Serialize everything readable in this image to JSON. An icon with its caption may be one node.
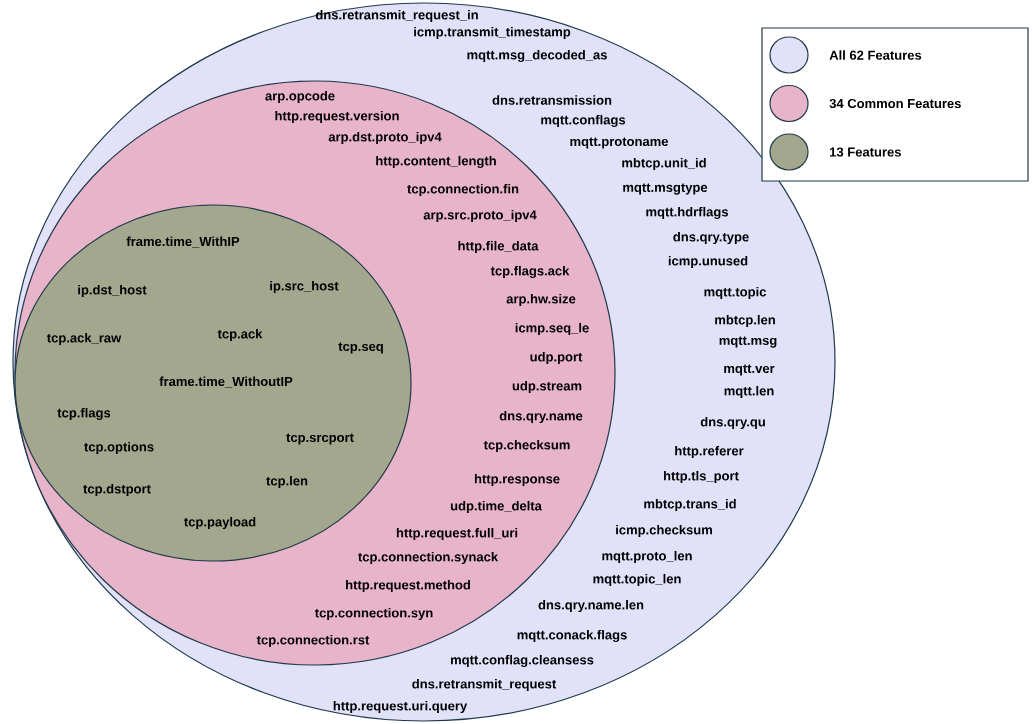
{
  "diagram": {
    "nodes": [
      {
        "text": [
          "dns.retransmit_request_in",
          "icmp.transmit_timestamp",
          "mqtt.msg_decoded_as",
          "dns.retransmission",
          "mqtt.conflags",
          "mqtt.protoname",
          "mbtcp.unit_id",
          "mqtt.msgtype",
          "mqtt.hdrflags",
          "dns.qry.type",
          "icmp.unused",
          "mqtt.topic",
          "mbtcp.len",
          "mqtt.msg",
          "mqtt.ver",
          "mqtt.len",
          "dns.qry.qu",
          "http.referer",
          "http.tls_port",
          "mbtcp.trans_id",
          "icmp.checksum",
          "mqtt.proto_len",
          "mqtt.topic_len",
          "dns.qry.name.len",
          "mqtt.conack.flags",
          "mqtt.conflag.cleansess",
          "dns.retransmit_request",
          "http.request.uri.query"
        ]
      },
      {
        "text": [
          "arp.opcode",
          "http.request.version",
          "arp.dst.proto_ipv4",
          "http.content_length",
          "tcp.connection.fin",
          "arp.src.proto_ipv4",
          "http.file_data",
          "tcp.flags.ack",
          "arp.hw.size",
          "icmp.seq_le",
          "udp.port",
          "udp.stream",
          "dns.qry.name",
          "tcp.checksum",
          "http.response",
          "udp.time_delta",
          "http.request.full_uri",
          "tcp.connection.synack",
          "http.request.method",
          "tcp.connection.syn",
          "tcp.connection.rst"
        ],
        "in": 0
      },
      {
        "text": [
          "frame.time_WithIP",
          "ip.dst_host",
          "ip.src_host",
          "tcp.ack_raw",
          "tcp.ack",
          "tcp.seq",
          "frame.time_WithoutIP",
          "tcp.flags",
          "tcp.options",
          "tcp.srcport",
          "tcp.dstport",
          "tcp.len",
          "tcp.payload"
        ],
        "in": 1
      }
    ],
    "legend": [
      {
        "text": "All 62 Features",
        "color": "#e1e1fa"
      },
      {
        "text": "34 Common Features",
        "color": "#e8b4c9"
      },
      {
        "text": "13 Features",
        "color": "#a3a78e"
      }
    ]
  }
}
